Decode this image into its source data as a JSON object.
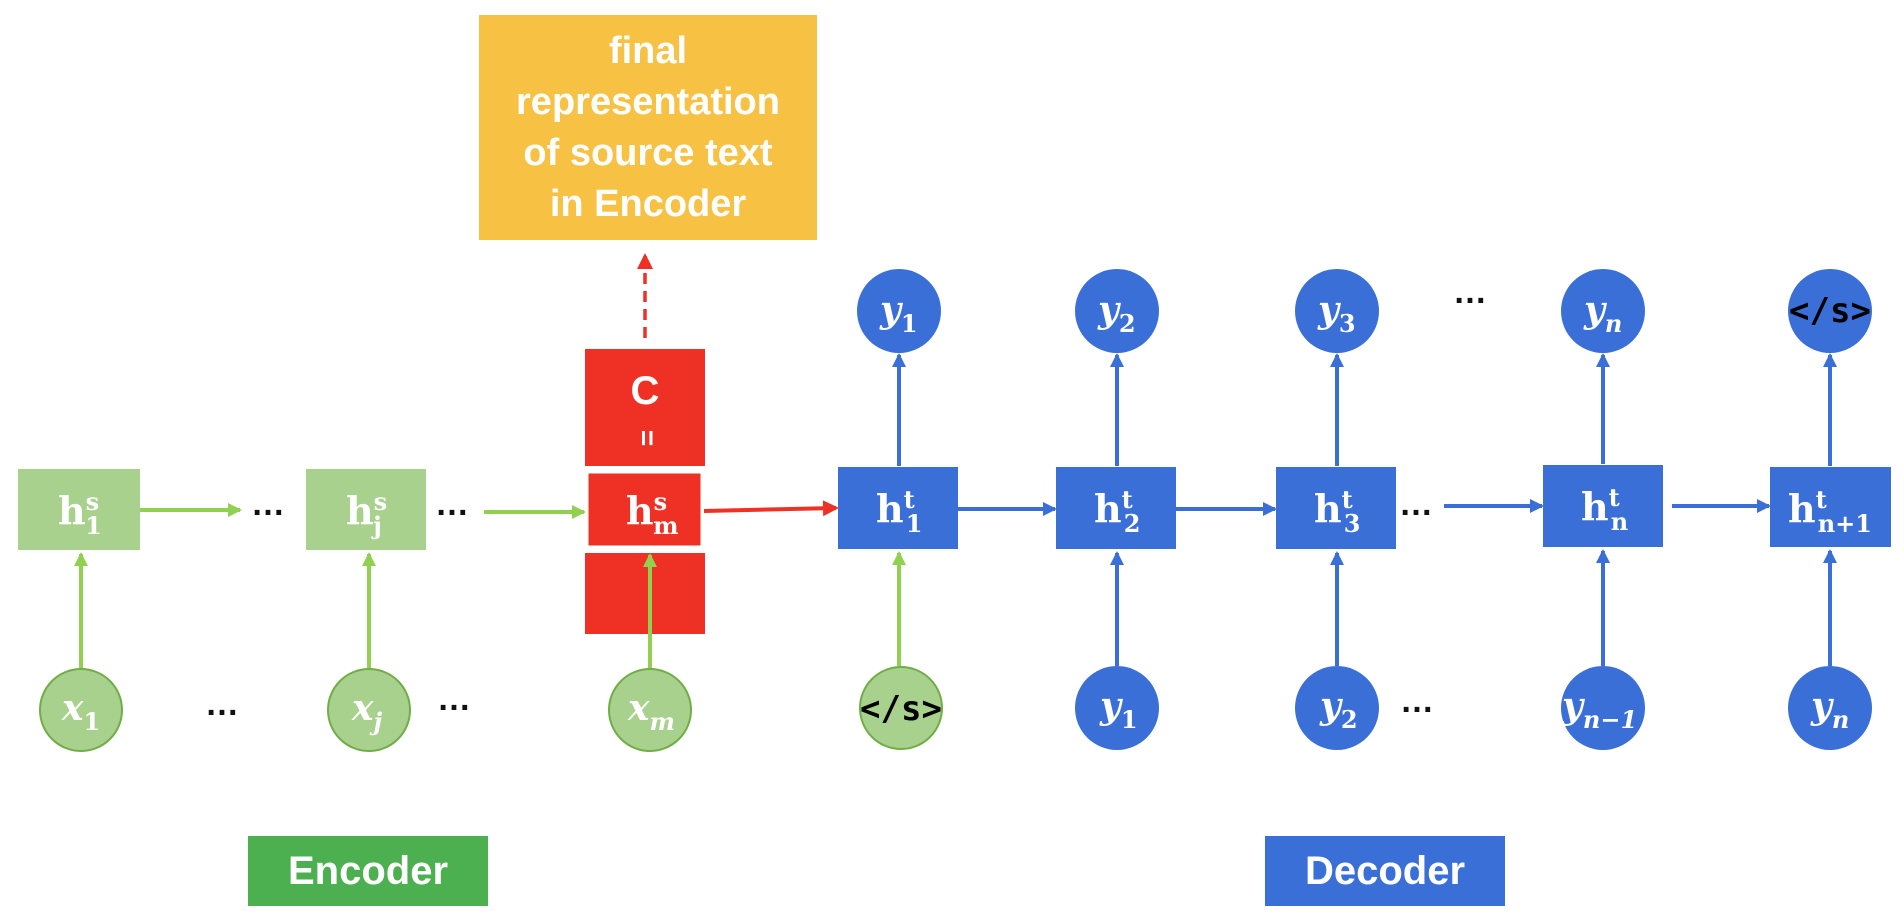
{
  "colors": {
    "encoder_green": "#a9d18e",
    "encoder_green_border": "#70ad47",
    "arrow_green": "#92d050",
    "red": "#ee3124",
    "blue": "#3a6fd8",
    "orange": "#f7c144",
    "encoder_label_bg": "#4caf50",
    "decoder_label_bg": "#3a6fd8"
  },
  "labels": {
    "final_repr": [
      "final",
      "representation",
      "of source text",
      "in Encoder"
    ],
    "context_c": "C",
    "equals": "=",
    "encoder": "Encoder",
    "decoder": "Decoder",
    "dots": "…"
  },
  "encoder": {
    "states": [
      {
        "base": "h",
        "sup": "s",
        "sub": "1"
      },
      {
        "base": "h",
        "sup": "s",
        "sub": "j"
      },
      {
        "base": "h",
        "sup": "s",
        "sub": "m"
      }
    ],
    "inputs": [
      {
        "base": "x",
        "sub": "1"
      },
      {
        "base": "x",
        "sub": "j"
      },
      {
        "base": "x",
        "sub": "m"
      }
    ]
  },
  "decoder": {
    "states": [
      {
        "base": "h",
        "sup": "t",
        "sub": "1"
      },
      {
        "base": "h",
        "sup": "t",
        "sub": "2"
      },
      {
        "base": "h",
        "sup": "t",
        "sub": "3"
      },
      {
        "base": "h",
        "sup": "t",
        "sub": "n"
      },
      {
        "base": "h",
        "sup": "t",
        "sub": "n+1"
      }
    ],
    "inputs": [
      {
        "text": "</s>"
      },
      {
        "base": "y",
        "sub": "1"
      },
      {
        "base": "y",
        "sub": "2"
      },
      {
        "base": "y",
        "sub": "n−1"
      },
      {
        "base": "y",
        "sub": "n"
      }
    ],
    "outputs": [
      {
        "base": "y",
        "sub": "1"
      },
      {
        "base": "y",
        "sub": "2"
      },
      {
        "base": "y",
        "sub": "3"
      },
      {
        "base": "y",
        "sub": "n"
      },
      {
        "text": "</s>"
      }
    ]
  }
}
